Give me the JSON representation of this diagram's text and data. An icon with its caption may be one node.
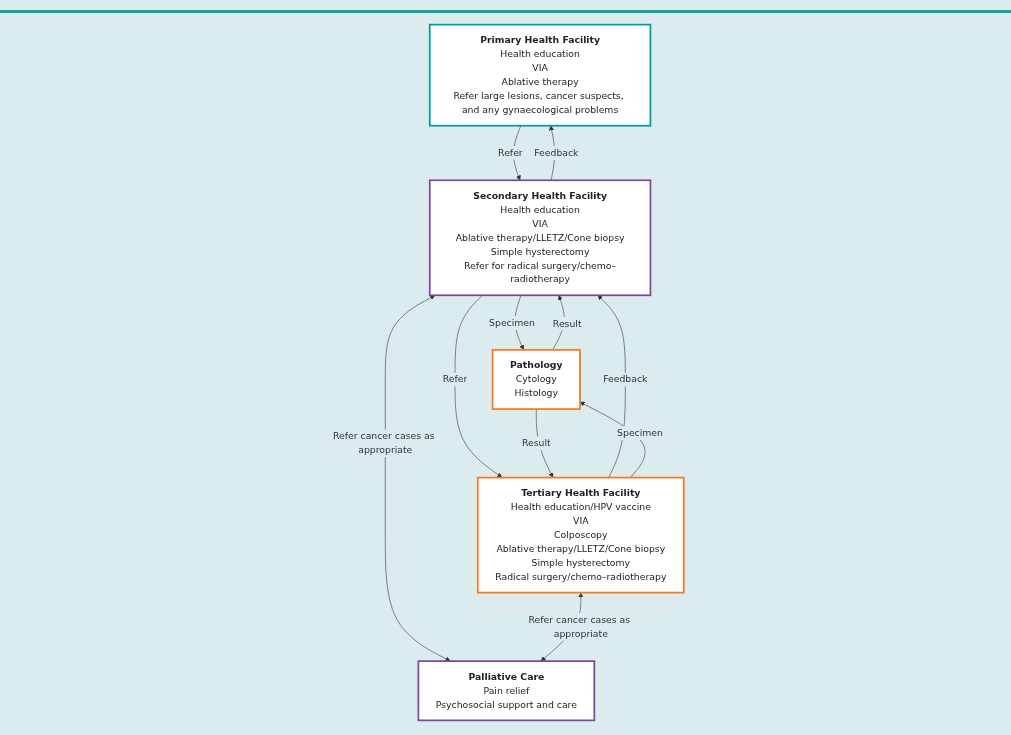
{
  "diagram": {
    "nodes": [
      {
        "text": [
          "Primary Health Facility",
          "Health education",
          "VIA",
          "Ablative therapy",
          "Refer large lesions, cancer suspects, and any gynaecological problems"
        ]
      },
      {
        "text": [
          "Secondary Health Facility",
          "Health education",
          "VIA",
          "Ablative therapy/LLETZ/Cone biopsy",
          "Simple hysterectomy",
          "Refer for radical surgery/chemo–radiotherapy"
        ]
      },
      {
        "text": [
          "Palliative Care",
          "Pain relief",
          "Psychosocial support and care"
        ]
      },
      {
        "text": [
          "Tertiary Health Facility",
          "Health education/HPV vaccine",
          "VIA",
          "Colposcopy",
          "Ablative therapy/LLETZ/Cone biopsy",
          "Simple hysterectomy",
          "Radical surgery/chemo–radiotherapy"
        ]
      },
      {
        "text": [
          "Pathology",
          "Cytology",
          "Histology"
        ]
      }
    ],
    "edges": [
      {
        "from": 0,
        "to": 1,
        "arrow": "to",
        "label": "Refer"
      },
      {
        "from": 1,
        "to": 0,
        "arrow": "to",
        "label": "Feedback"
      },
      {
        "from": 1,
        "to": 2,
        "arrow": "both",
        "label": "Refer cancer cases as appropriate"
      },
      {
        "from": 1,
        "to": 4,
        "arrow": "to",
        "label": "Specimen"
      },
      {
        "from": 4,
        "to": 1,
        "arrow": "to",
        "label": "Result"
      },
      {
        "from": 1,
        "to": 3,
        "arrow": "to",
        "label": "Refer"
      },
      {
        "from": 3,
        "to": 1,
        "arrow": "to",
        "label": "Feedback"
      },
      {
        "from": 3,
        "to": 2,
        "arrow": "both",
        "label": "Refer cancer cases as appropriate"
      },
      {
        "from": 3,
        "to": 4,
        "arrow": "to",
        "label": "Specimen"
      },
      {
        "from": 4,
        "to": 3,
        "arrow": "to",
        "label": "Result"
      }
    ]
  }
}
